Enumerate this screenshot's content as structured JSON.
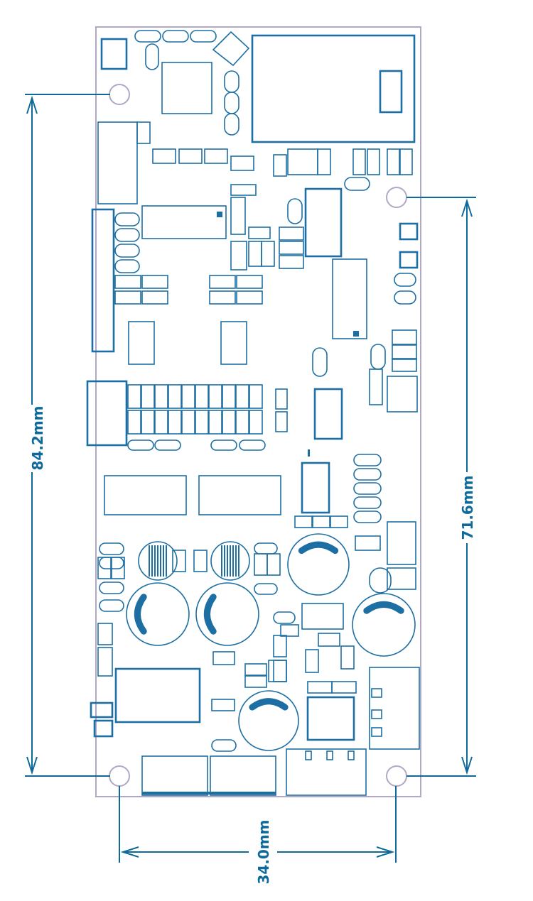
{
  "title": "PCB board outline with mounting dimensions",
  "dimensions": {
    "overall_height": "84.2mm",
    "hole_spacing_vertical": "71.6mm",
    "hole_spacing_horizontal": "34.0mm"
  },
  "colors": {
    "trace": "#1d6fa3",
    "dimension": "#0f6a9c",
    "outline": "#b0a8c4"
  }
}
